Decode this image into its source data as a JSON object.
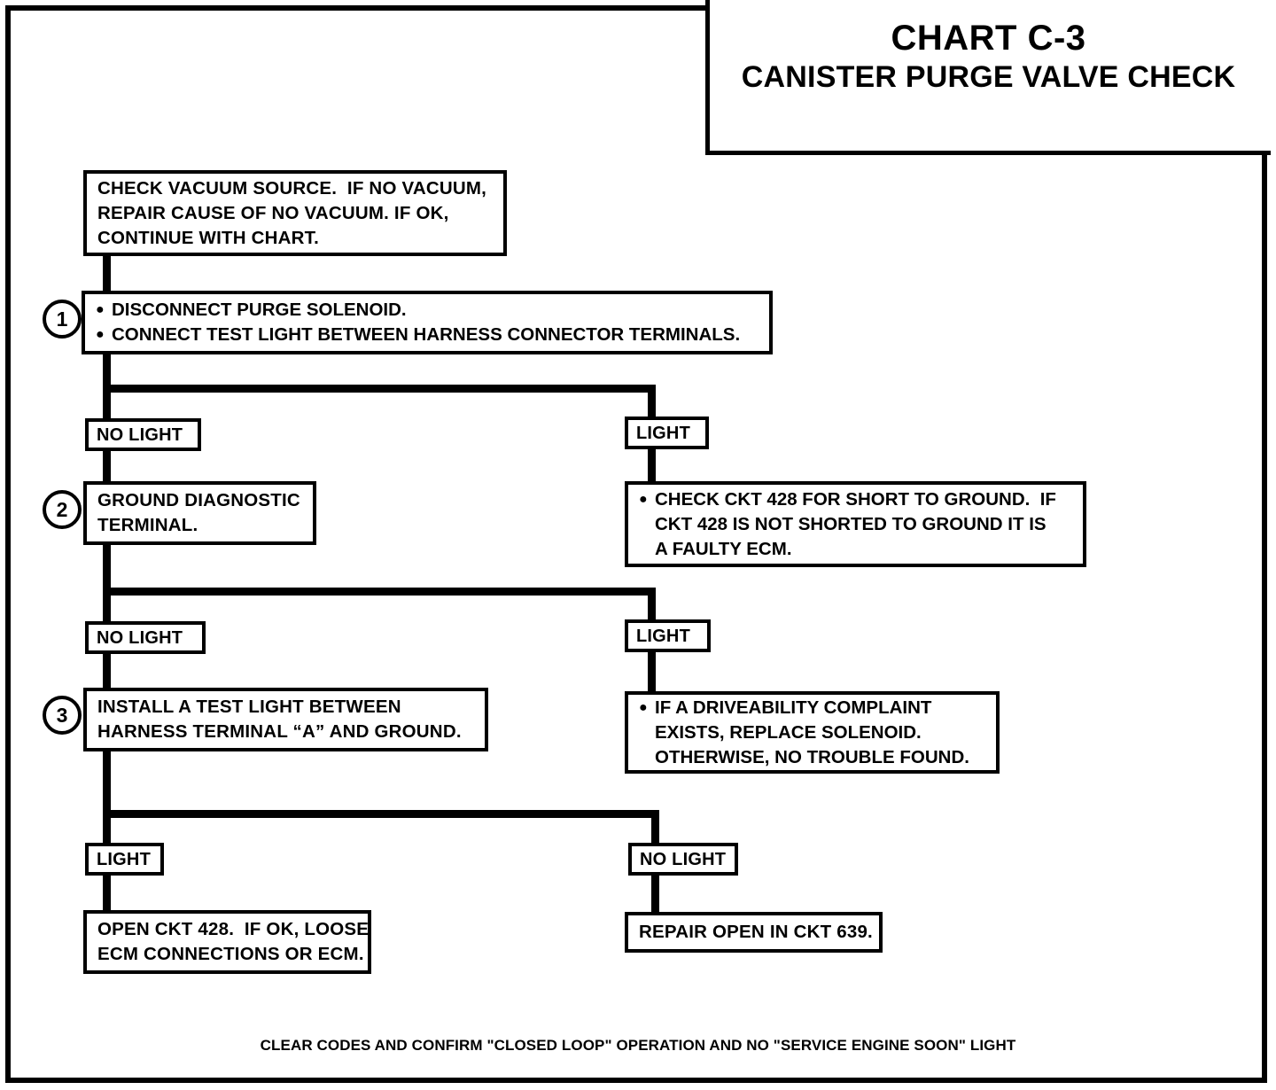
{
  "chart_data": {
    "type": "diagram",
    "title": "CHART C-3",
    "subtitle": "CANISTER PURGE VALVE CHECK"
  },
  "title": {
    "line1": "CHART C-3",
    "line2": "CANISTER PURGE VALVE CHECK"
  },
  "intro": {
    "line1": "CHECK VACUUM SOURCE.  IF NO VACUUM,",
    "line2": "REPAIR CAUSE OF NO VACUUM. IF OK,",
    "line3": "CONTINUE WITH CHART."
  },
  "step1": {
    "number": "1",
    "bullets": [
      "DISCONNECT PURGE SOLENOID.",
      "CONNECT TEST LIGHT BETWEEN HARNESS CONNECTOR TERMINALS."
    ]
  },
  "branch1": {
    "left_label": "NO LIGHT",
    "right_label": "LIGHT"
  },
  "step2": {
    "number": "2",
    "line1": "GROUND DIAGNOSTIC",
    "line2": "TERMINAL."
  },
  "result_short_ground": {
    "bullet_lines": [
      "CHECK CKT 428 FOR SHORT TO GROUND.  IF",
      "CKT 428 IS NOT SHORTED TO GROUND IT IS",
      "A FAULTY ECM."
    ]
  },
  "branch2": {
    "left_label": "NO LIGHT",
    "right_label": "LIGHT"
  },
  "step3": {
    "number": "3",
    "line1": "INSTALL A TEST LIGHT BETWEEN",
    "line2": "HARNESS TERMINAL “A” AND GROUND."
  },
  "result_driveability": {
    "bullet_lines": [
      "IF A DRIVEABILITY COMPLAINT",
      "EXISTS, REPLACE SOLENOID.",
      "OTHERWISE, NO TROUBLE FOUND."
    ]
  },
  "branch3": {
    "left_label": "LIGHT",
    "right_label": "NO LIGHT"
  },
  "result_open_ckt428": {
    "line1": "OPEN CKT 428.  IF OK, LOOSE",
    "line2": "ECM CONNECTIONS OR ECM."
  },
  "result_open_ckt639": {
    "line1": "REPAIR OPEN IN CKT 639."
  },
  "footer": {
    "text": "CLEAR CODES AND CONFIRM \"CLOSED LOOP\" OPERATION AND NO \"SERVICE ENGINE SOON\" LIGHT"
  },
  "colors": {
    "ink": "#000000",
    "paper": "#ffffff"
  }
}
